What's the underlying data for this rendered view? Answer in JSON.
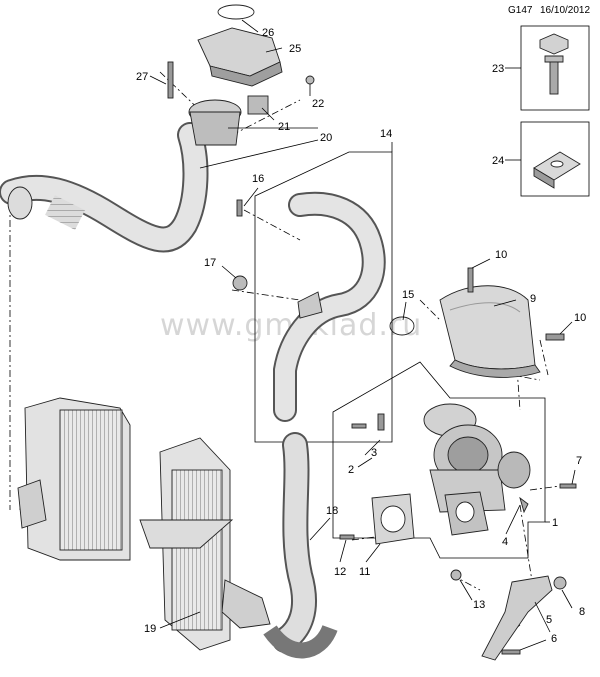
{
  "header": {
    "diagram_code": "G147",
    "date": "16/10/2012"
  },
  "watermark": "www.gmsklad.ru",
  "callouts": [
    "1",
    "2",
    "3",
    "4",
    "5",
    "6",
    "7",
    "8",
    "9",
    "10",
    "10",
    "11",
    "12",
    "13",
    "14",
    "15",
    "16",
    "17",
    "18",
    "19",
    "20",
    "21",
    "22",
    "23",
    "24",
    "25",
    "26",
    "27"
  ],
  "insets": [
    {
      "label": "23"
    },
    {
      "label": "24"
    }
  ],
  "colors": {
    "line": "#000000",
    "part_light": "#f2f2f2",
    "part_mid": "#cfcfcf",
    "part_dark": "#8c8c8c",
    "watermark": "#d6d6d6"
  }
}
